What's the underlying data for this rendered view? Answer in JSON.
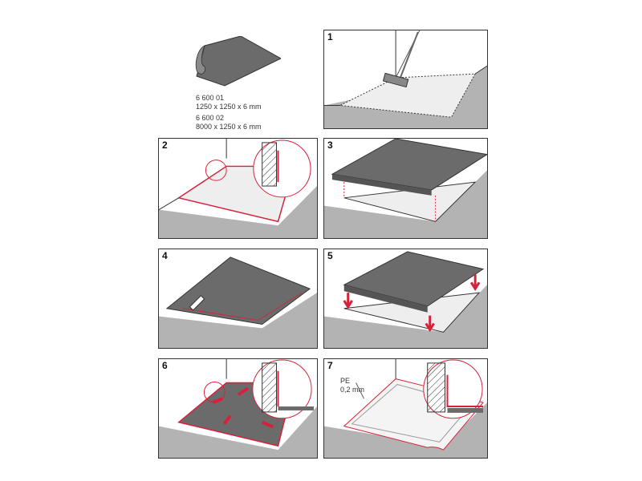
{
  "product": {
    "items": [
      {
        "code": "6 600 01",
        "size": "1250 x 1250 x 6 mm"
      },
      {
        "code": "6 600 02",
        "size": "8000 x 1250 x 6 mm"
      }
    ]
  },
  "steps": [
    "1",
    "2",
    "3",
    "4",
    "5",
    "6",
    "7"
  ],
  "step7": {
    "material": "PE",
    "thickness": "0,2 mm"
  },
  "colors": {
    "floor": "#b3b3b3",
    "board": "#6b6b6b",
    "accent": "#d7213a",
    "outline": "#333333"
  }
}
